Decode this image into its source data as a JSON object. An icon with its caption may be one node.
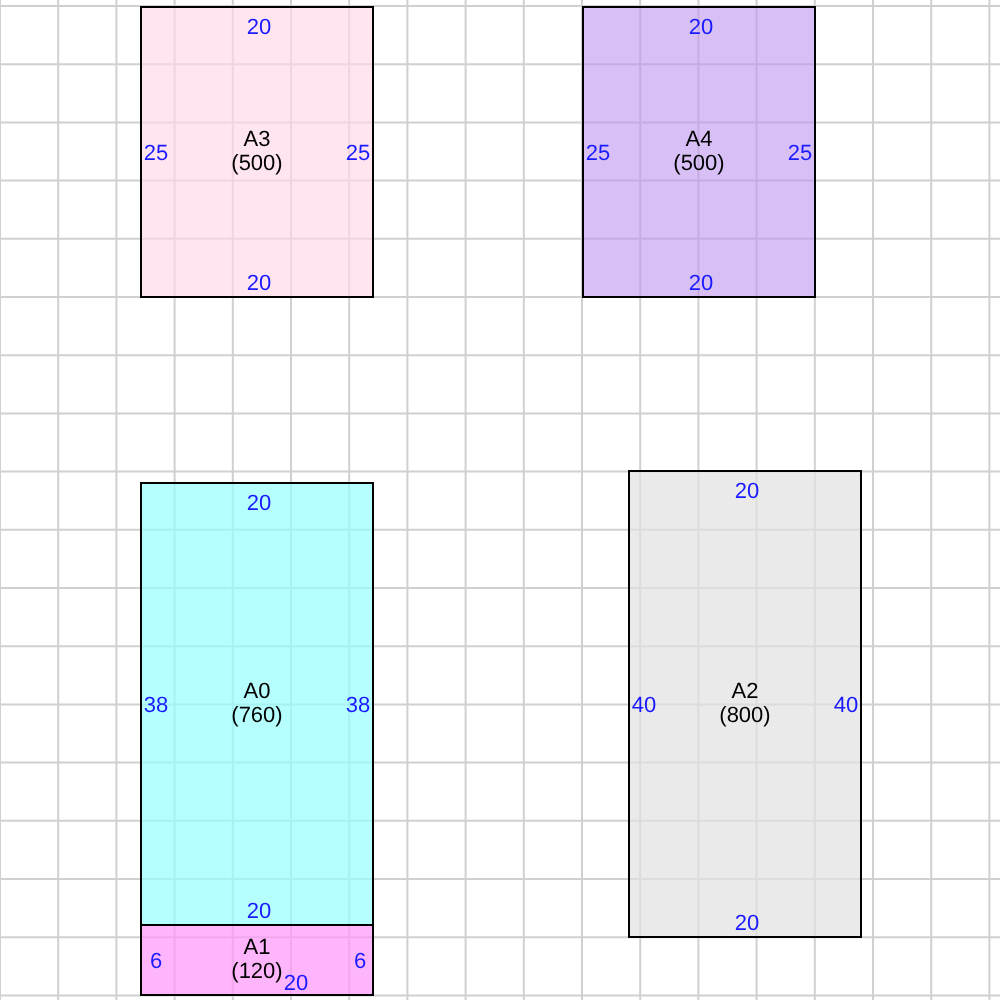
{
  "diagram": {
    "nodes": [
      {
        "text": [
          "A3",
          "(500)",
          "20",
          "25",
          "25",
          "20"
        ]
      },
      {
        "text": [
          "A4",
          "(500)",
          "20",
          "25",
          "25",
          "20"
        ]
      },
      {
        "text": [
          "A0",
          "(760)",
          "20",
          "38",
          "38",
          "20"
        ]
      },
      {
        "text": [
          "A2",
          "(800)",
          "20",
          "40",
          "40",
          "20"
        ]
      },
      {
        "text": [
          "A1",
          "(120)",
          "6",
          "6",
          "20"
        ]
      }
    ]
  }
}
